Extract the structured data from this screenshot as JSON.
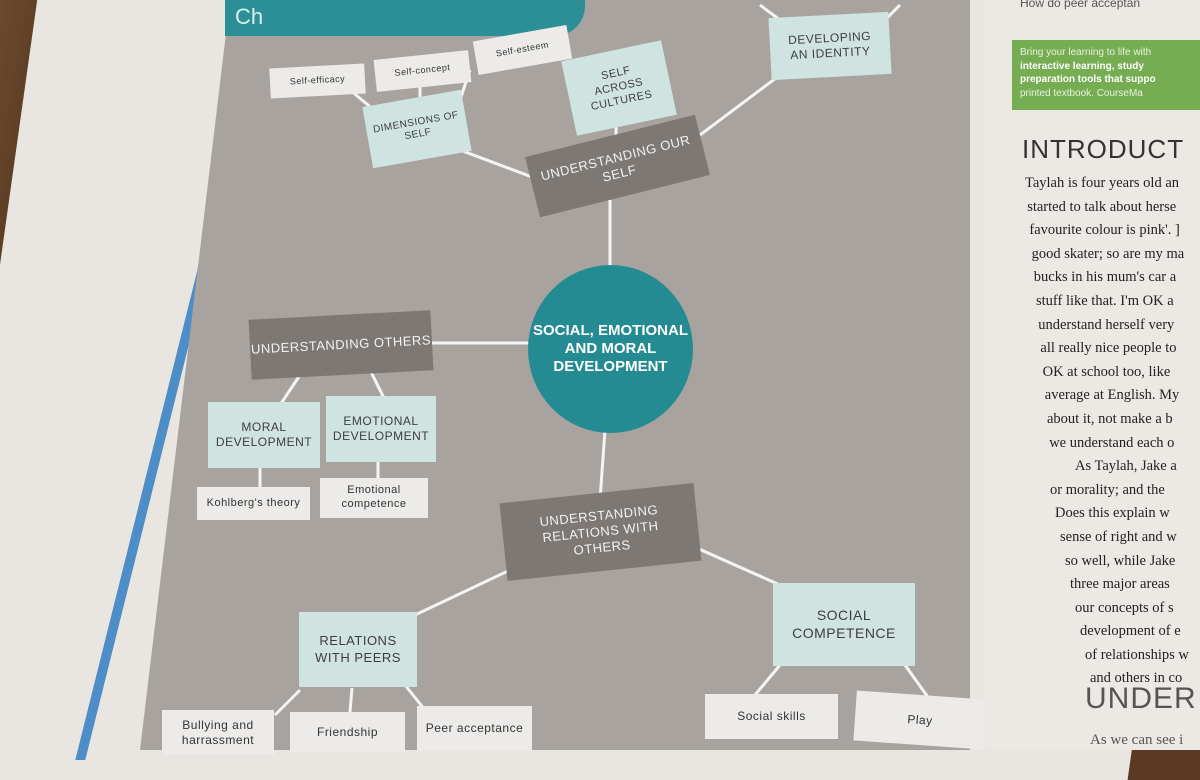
{
  "chapter_tab": "Ch",
  "diagram": {
    "center": "Social, emotional and moral development",
    "main_nodes": {
      "self": "Understanding our self",
      "others": "Understanding others",
      "relations": "Understanding relations with others"
    },
    "sub_nodes": {
      "dimensions": "Dimensions of self",
      "cultures": "Self across cultures",
      "identity": "Developing an identity",
      "moral": "Moral development",
      "emotional": "Emotional development",
      "peers": "Relations with peers",
      "social": "Social competence"
    },
    "leaves": {
      "efficacy": "Self-efficacy",
      "concept": "Self-concept",
      "esteem": "Self-esteem",
      "kohlberg": "Kohlberg's theory",
      "competence": "Emotional competence",
      "bullying": "Bullying and harrassment",
      "friendship": "Friendship",
      "acceptance": "Peer acceptance",
      "skills": "Social skills",
      "play": "Play"
    }
  },
  "right_page": {
    "top_bullet": "How do peer acceptan",
    "green_box": [
      "Bring your learning to life with",
      "interactive learning, study",
      "preparation tools that suppo",
      "printed textbook. CourseMa"
    ],
    "heading": "INTRODUCT",
    "lines": [
      "Taylah is four years old an",
      "started to talk about herse",
      "favourite colour is pink'. ]",
      "good skater; so are my ma",
      "bucks in his mum's car a",
      "stuff like that. I'm OK a",
      "understand herself very",
      "all really nice people to",
      "OK at school too, like",
      "average at English. My",
      "about it, not make a b",
      "we understand each o",
      "As Taylah, Jake a",
      "or morality; and the",
      "Does this explain w",
      "sense of right and w",
      "so well, while Jake",
      "three major areas",
      "our concepts of s",
      "development of e",
      "of relationships w",
      "and others in co"
    ],
    "heading2": "UNDER",
    "last_line": "As we can see i"
  }
}
